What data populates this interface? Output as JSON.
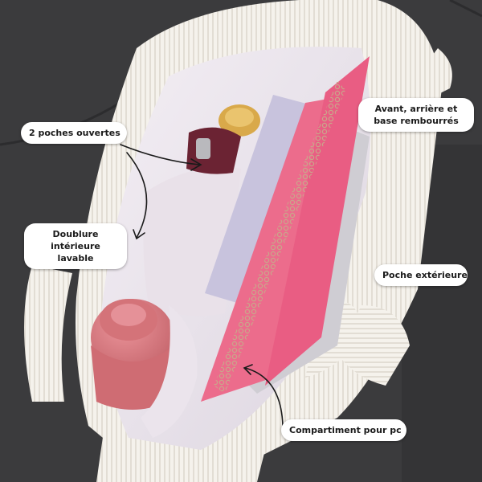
{
  "callouts": {
    "pockets": "2 poches ouvertes",
    "lining": "Doublure intérieure lavable",
    "padded": "Avant, arrière et base rembourrés",
    "outer_pocket": "Poche extérieure",
    "laptop": "Compartiment pour pc"
  },
  "colors": {
    "background": "#3a3a3c",
    "bag_corduroy": "#f4f1ec",
    "lining": "#ece6ee",
    "notebook_pink": "#ee6f8e",
    "bottle_pink": "#d9767c",
    "folder_lilac": "#c9c3dc"
  }
}
